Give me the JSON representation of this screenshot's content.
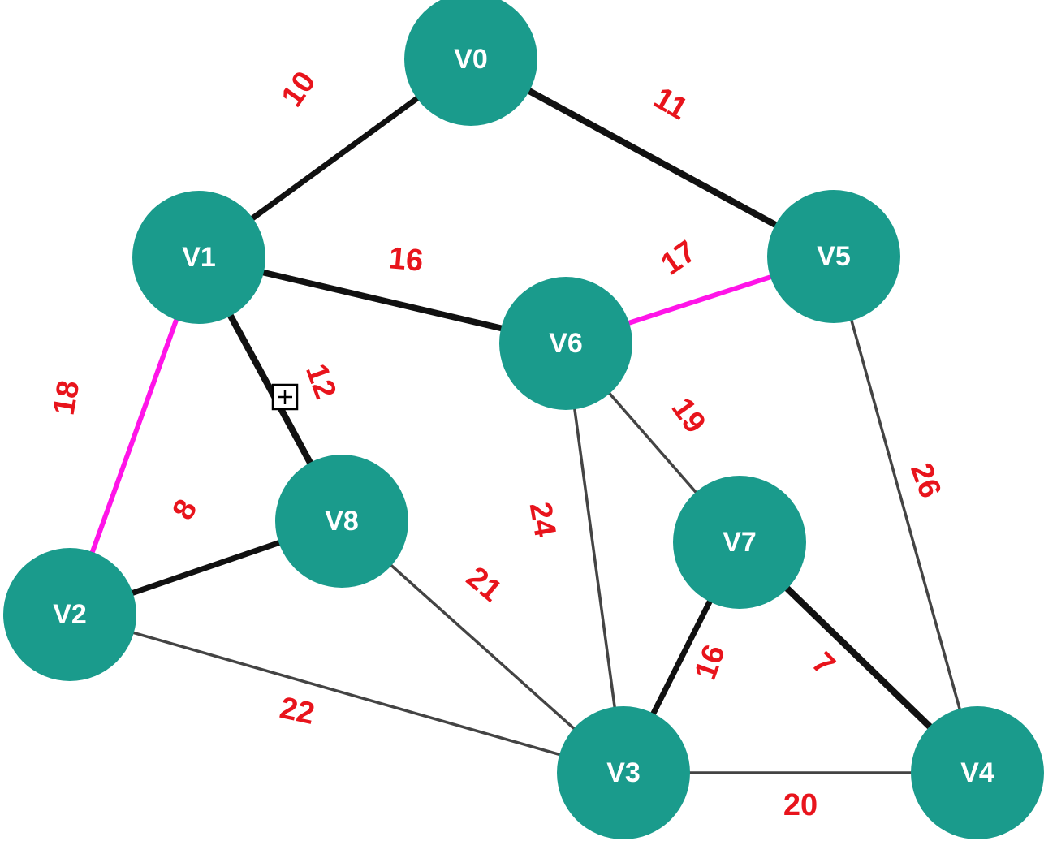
{
  "colors": {
    "node_fill": "#1a9b8c",
    "node_text": "#ffffff",
    "weight_text": "#e8141c",
    "edge_thick": "#111111",
    "edge_thin": "#444444",
    "edge_highlight": "#ff14e8"
  },
  "nodes": [
    {
      "id": "V0",
      "label": "V0"
    },
    {
      "id": "V1",
      "label": "V1"
    },
    {
      "id": "V2",
      "label": "V2"
    },
    {
      "id": "V3",
      "label": "V3"
    },
    {
      "id": "V4",
      "label": "V4"
    },
    {
      "id": "V5",
      "label": "V5"
    },
    {
      "id": "V6",
      "label": "V6"
    },
    {
      "id": "V7",
      "label": "V7"
    },
    {
      "id": "V8",
      "label": "V8"
    }
  ],
  "edges": [
    {
      "from": "V0",
      "to": "V1",
      "weight": "10",
      "style": "thick"
    },
    {
      "from": "V0",
      "to": "V5",
      "weight": "11",
      "style": "thick"
    },
    {
      "from": "V1",
      "to": "V6",
      "weight": "16",
      "style": "thick"
    },
    {
      "from": "V1",
      "to": "V8",
      "weight": "12",
      "style": "thick"
    },
    {
      "from": "V1",
      "to": "V2",
      "weight": "18",
      "style": "highlight"
    },
    {
      "from": "V5",
      "to": "V6",
      "weight": "17",
      "style": "highlight"
    },
    {
      "from": "V2",
      "to": "V8",
      "weight": "8",
      "style": "thick"
    },
    {
      "from": "V6",
      "to": "V7",
      "weight": "19",
      "style": "thin"
    },
    {
      "from": "V6",
      "to": "V3",
      "weight": "24",
      "style": "thin"
    },
    {
      "from": "V5",
      "to": "V4",
      "weight": "26",
      "style": "thin"
    },
    {
      "from": "V8",
      "to": "V3",
      "weight": "21",
      "style": "thin"
    },
    {
      "from": "V2",
      "to": "V3",
      "weight": "22",
      "style": "thin"
    },
    {
      "from": "V7",
      "to": "V3",
      "weight": "16",
      "style": "thick"
    },
    {
      "from": "V7",
      "to": "V4",
      "weight": "7",
      "style": "thick"
    },
    {
      "from": "V3",
      "to": "V4",
      "weight": "20",
      "style": "thin"
    }
  ],
  "icons": {
    "expand": "plus-box-icon"
  }
}
